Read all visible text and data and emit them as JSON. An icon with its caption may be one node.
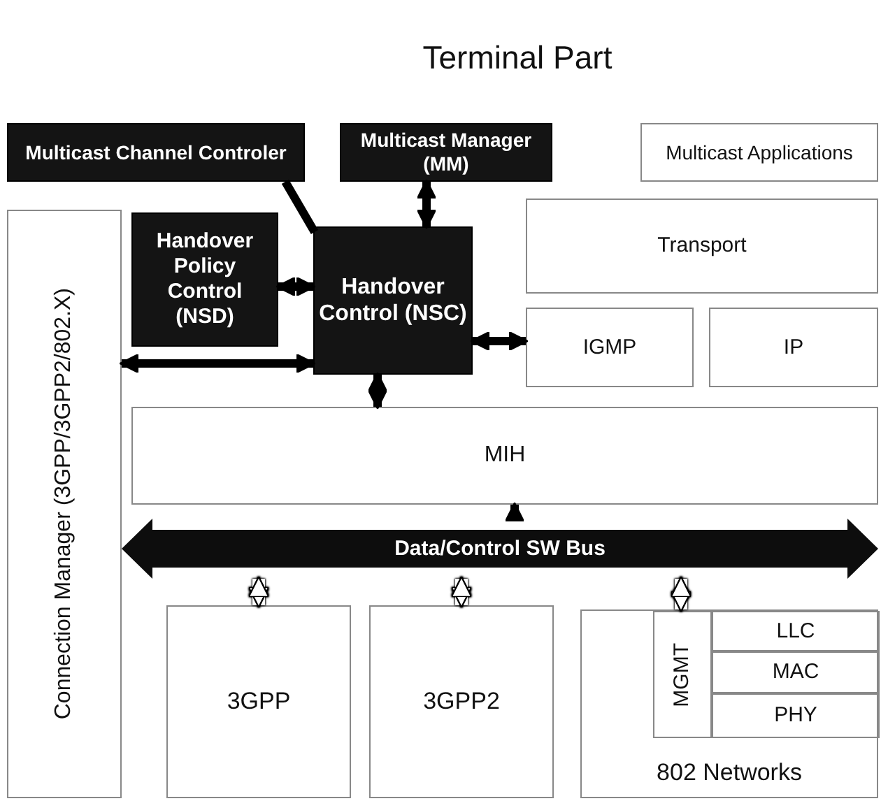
{
  "diagram": {
    "title": "Terminal Part",
    "nodes": [
      {
        "text": [
          "Multicast Channel Controler"
        ]
      },
      {
        "text": [
          "Multicast Manager (MM)"
        ]
      },
      {
        "text": [
          "Multicast Applications"
        ]
      },
      {
        "text": [
          "Connection Manager (3GPP/3GPP2/802.X)"
        ]
      },
      {
        "text": [
          "Handover Policy Control (NSD)"
        ]
      },
      {
        "text": [
          "Handover Control (NSC)"
        ]
      },
      {
        "text": [
          "Transport"
        ]
      },
      {
        "text": [
          "IGMP"
        ]
      },
      {
        "text": [
          "IP"
        ]
      },
      {
        "text": [
          "MIH"
        ]
      },
      {
        "text": [
          "Data/Control SW Bus"
        ]
      },
      {
        "text": [
          "3GPP"
        ]
      },
      {
        "text": [
          "3GPP2"
        ]
      },
      {
        "text": [
          "802 Networks"
        ]
      },
      {
        "text": [
          "MGMT"
        ],
        "in": 13
      },
      {
        "text": [
          "LLC"
        ],
        "in": 13
      },
      {
        "text": [
          "MAC"
        ],
        "in": 13
      },
      {
        "text": [
          "PHY"
        ],
        "in": 13
      }
    ],
    "edges": [
      {
        "from": 0,
        "to": 5,
        "arrow": "none"
      },
      {
        "from": 1,
        "to": 5,
        "arrow": "both"
      },
      {
        "from": 4,
        "to": 5,
        "arrow": "both"
      },
      {
        "from": 5,
        "to": 3,
        "arrow": "both"
      },
      {
        "from": 5,
        "to": 7,
        "arrow": "both"
      },
      {
        "from": 5,
        "to": 9,
        "arrow": "both"
      },
      {
        "from": 10,
        "to": 9,
        "arrow": "to"
      },
      {
        "from": 11,
        "to": 10,
        "arrow": "both",
        "color": "#ffffff"
      },
      {
        "from": 12,
        "to": 10,
        "arrow": "both",
        "color": "#ffffff"
      },
      {
        "from": 14,
        "to": 10,
        "arrow": "both",
        "color": "#ffffff"
      }
    ]
  }
}
